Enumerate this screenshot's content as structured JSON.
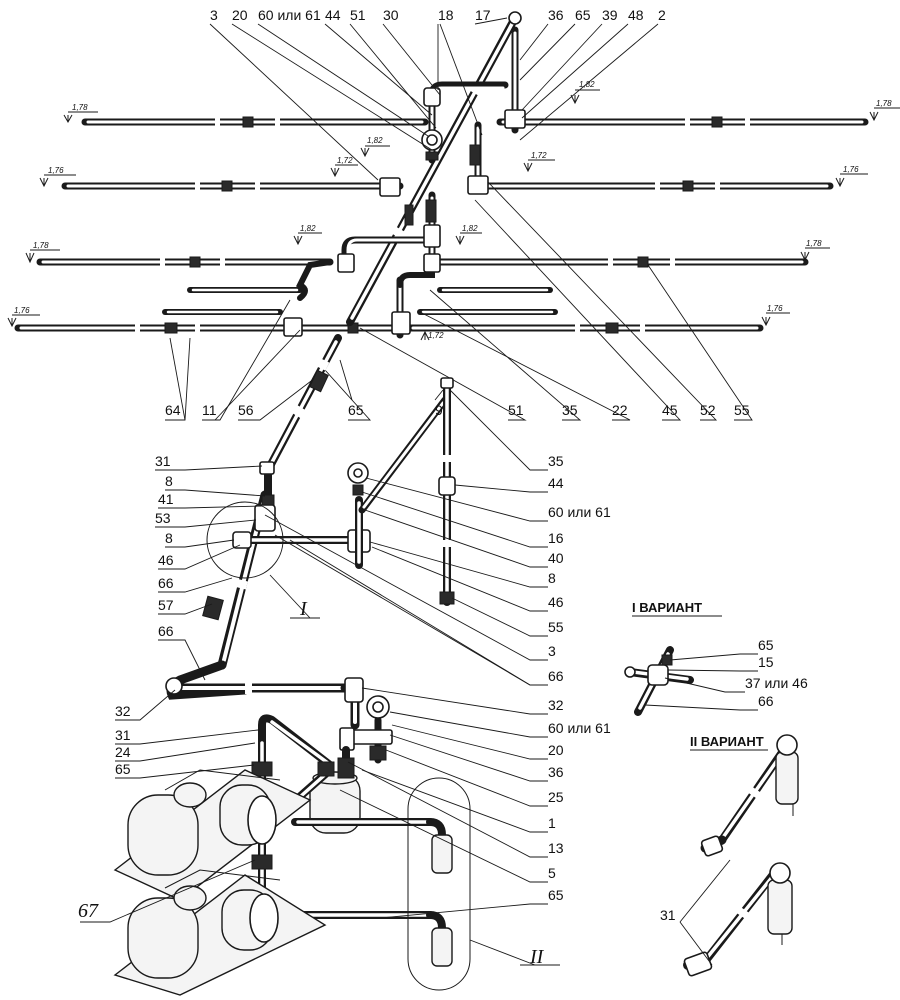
{
  "callouts_top": [
    "3",
    "20",
    "60 или 61",
    "44",
    "51",
    "30",
    "18",
    "17",
    "36",
    "65",
    "39",
    "48",
    "2"
  ],
  "callouts_top_bottom_row": [
    "64",
    "11",
    "56",
    "65",
    "51",
    "35",
    "22",
    "45",
    "52",
    "55"
  ],
  "callouts_right_column": [
    "9",
    "35",
    "44",
    "60 или 61",
    "16",
    "40",
    "8",
    "46",
    "55",
    "3",
    "66",
    "32",
    "60 или 61",
    "20",
    "36",
    "25",
    "1",
    "13",
    "5",
    "65"
  ],
  "callouts_left_column": [
    "31",
    "8",
    "41",
    "53",
    "8",
    "46",
    "66",
    "57",
    "66",
    "32",
    "31",
    "24",
    "65",
    "67"
  ],
  "elevation_marks": [
    "1,78",
    "1,78",
    "1,76",
    "1,76",
    "1,78",
    "1,78",
    "1,76",
    "1,76",
    "1,82",
    "1,82",
    "1,72",
    "1,72",
    "1,82",
    "1,82",
    "1,72"
  ],
  "detail_labels": {
    "detail_one": "I",
    "detail_two": "II"
  },
  "variant_one": {
    "title": "I ВАРИАНТ",
    "callouts": [
      "65",
      "15",
      "37 или 46",
      "66"
    ]
  },
  "variant_two": {
    "title": "II ВАРИАНТ",
    "callouts": [
      "31"
    ]
  }
}
